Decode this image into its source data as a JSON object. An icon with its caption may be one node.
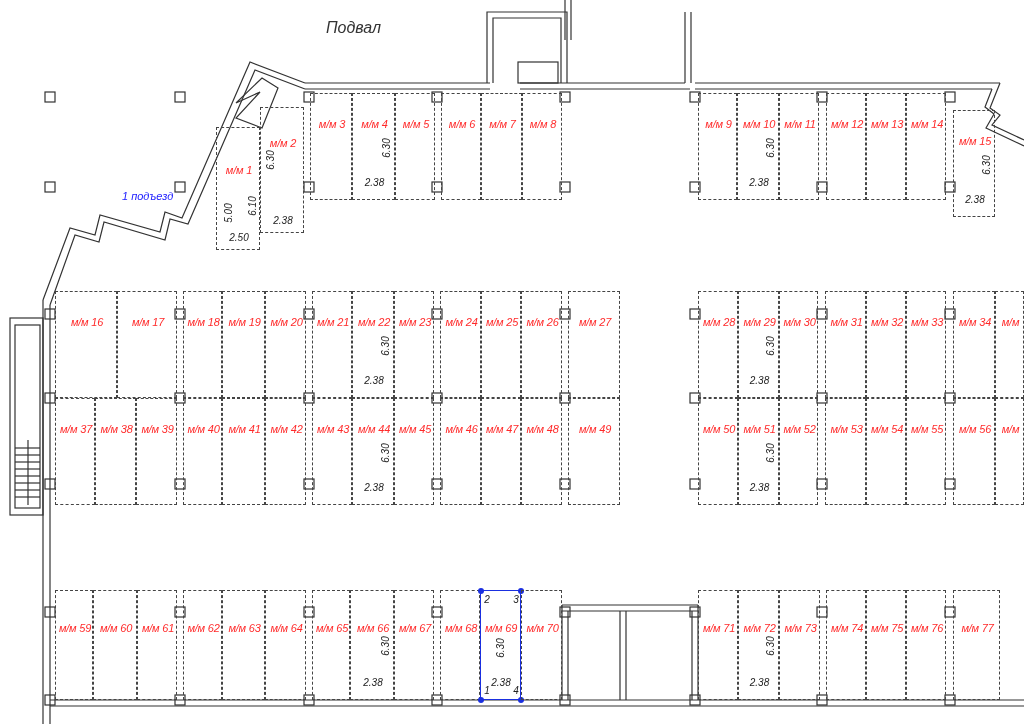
{
  "diagram": {
    "title": "Подвал",
    "nodes": [
      {
        "text": [
          "м/м 1",
          "5.00",
          "6.10",
          "2.50"
        ]
      },
      {
        "text": [
          "м/м 2",
          "6.30",
          "2.38"
        ]
      },
      {
        "text": [
          "м/м 3"
        ]
      },
      {
        "text": [
          "м/м 4",
          "6.30",
          "2.38"
        ]
      },
      {
        "text": [
          "м/м 5"
        ]
      },
      {
        "text": [
          "м/м 6"
        ]
      },
      {
        "text": [
          "м/м 7"
        ]
      },
      {
        "text": [
          "м/м 8"
        ]
      },
      {
        "text": [
          "м/м 9"
        ]
      },
      {
        "text": [
          "м/м 10",
          "6.30",
          "2.38"
        ]
      },
      {
        "text": [
          "м/м 11"
        ]
      },
      {
        "text": [
          "м/м 12"
        ]
      },
      {
        "text": [
          "м/м 13"
        ]
      },
      {
        "text": [
          "м/м 14"
        ]
      },
      {
        "text": [
          "м/м 15",
          "6.30",
          "2.38"
        ]
      },
      {
        "text": [
          "м/м 16"
        ]
      },
      {
        "text": [
          "м/м 17"
        ]
      },
      {
        "text": [
          "м/м 18"
        ]
      },
      {
        "text": [
          "м/м 19"
        ]
      },
      {
        "text": [
          "м/м 20"
        ]
      },
      {
        "text": [
          "м/м 21"
        ]
      },
      {
        "text": [
          "м/м 22",
          "6.30",
          "2.38"
        ]
      },
      {
        "text": [
          "м/м 23"
        ]
      },
      {
        "text": [
          "м/м 24"
        ]
      },
      {
        "text": [
          "м/м 25"
        ]
      },
      {
        "text": [
          "м/м 26"
        ]
      },
      {
        "text": [
          "м/м 27"
        ]
      },
      {
        "text": [
          "м/м 28"
        ]
      },
      {
        "text": [
          "м/м 29",
          "6.30",
          "2.38"
        ]
      },
      {
        "text": [
          "м/м 30"
        ]
      },
      {
        "text": [
          "м/м 31"
        ]
      },
      {
        "text": [
          "м/м 32"
        ]
      },
      {
        "text": [
          "м/м 33"
        ]
      },
      {
        "text": [
          "м/м 34"
        ]
      },
      {
        "text": [
          "м/м"
        ]
      },
      {
        "text": [
          "м/м 37"
        ]
      },
      {
        "text": [
          "м/м 38"
        ]
      },
      {
        "text": [
          "м/м 39"
        ]
      },
      {
        "text": [
          "м/м 40"
        ]
      },
      {
        "text": [
          "м/м 41"
        ]
      },
      {
        "text": [
          "м/м 42"
        ]
      },
      {
        "text": [
          "м/м 43"
        ]
      },
      {
        "text": [
          "м/м 44",
          "6.30",
          "2.38"
        ]
      },
      {
        "text": [
          "м/м 45"
        ]
      },
      {
        "text": [
          "м/м 46"
        ]
      },
      {
        "text": [
          "м/м 47"
        ]
      },
      {
        "text": [
          "м/м 48"
        ]
      },
      {
        "text": [
          "м/м 49"
        ]
      },
      {
        "text": [
          "м/м 50"
        ]
      },
      {
        "text": [
          "м/м 51",
          "6.30",
          "2.38"
        ]
      },
      {
        "text": [
          "м/м 52"
        ]
      },
      {
        "text": [
          "м/м 53"
        ]
      },
      {
        "text": [
          "м/м 54"
        ]
      },
      {
        "text": [
          "м/м 55"
        ]
      },
      {
        "text": [
          "м/м 56"
        ]
      },
      {
        "text": [
          "м/м"
        ]
      },
      {
        "text": [
          "м/м 59"
        ]
      },
      {
        "text": [
          "м/м 60"
        ]
      },
      {
        "text": [
          "м/м 61"
        ]
      },
      {
        "text": [
          "м/м 62"
        ]
      },
      {
        "text": [
          "м/м 63"
        ]
      },
      {
        "text": [
          "м/м 64"
        ]
      },
      {
        "text": [
          "м/м 65"
        ]
      },
      {
        "text": [
          "м/м 66",
          "6.30",
          "2.38"
        ]
      },
      {
        "text": [
          "м/м 67"
        ]
      },
      {
        "text": [
          "м/м 68"
        ]
      },
      {
        "text": [
          "2",
          "3",
          "м/м 69",
          "6.30",
          "2.38",
          "1",
          "4"
        ]
      },
      {
        "text": [
          "м/м 70"
        ]
      },
      {
        "text": [
          "м/м 71"
        ]
      },
      {
        "text": [
          "м/м 72",
          "6.30",
          "2.38"
        ]
      },
      {
        "text": [
          "м/м 73"
        ]
      },
      {
        "text": [
          "м/м 74"
        ]
      },
      {
        "text": [
          "м/м 75"
        ]
      },
      {
        "text": [
          "м/м 76"
        ]
      },
      {
        "text": [
          "м/м 77"
        ]
      }
    ],
    "labels": [
      "1 подъезд"
    ]
  }
}
